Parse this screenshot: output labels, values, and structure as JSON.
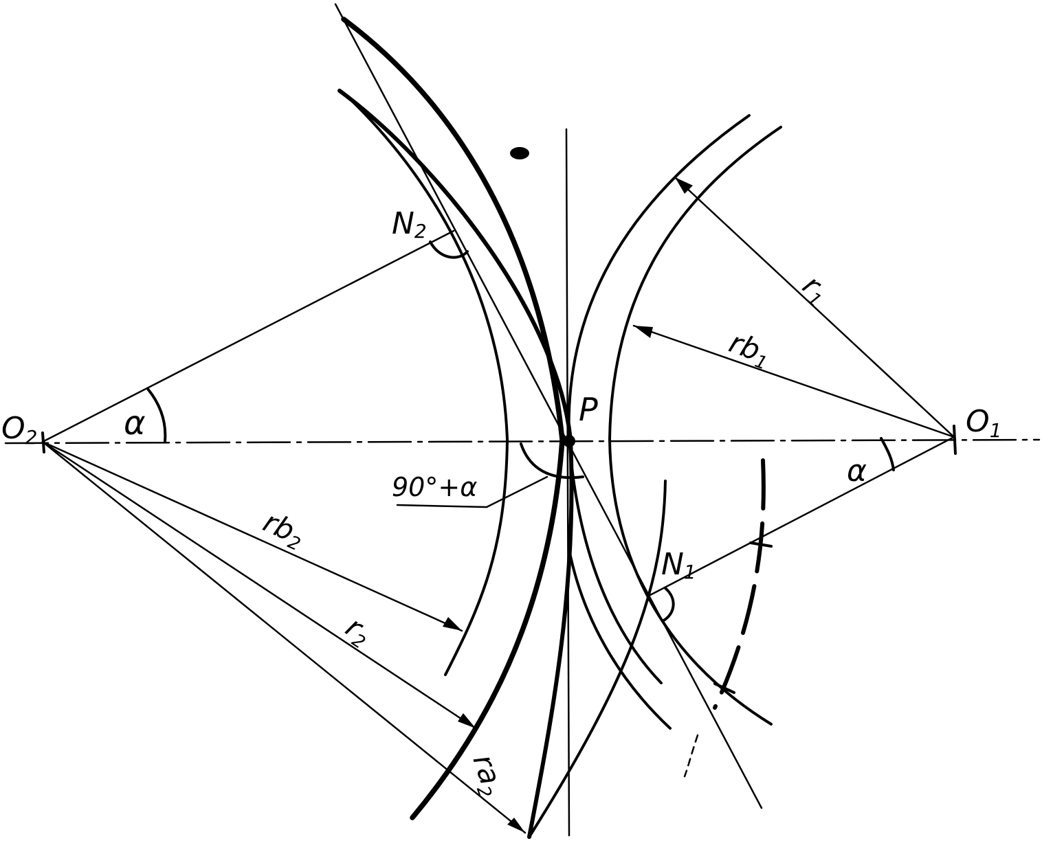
{
  "diagram": {
    "labels": {
      "o1": "O",
      "o1_sub": "1",
      "o2": "O",
      "o2_sub": "2",
      "p": "P",
      "n1": "N",
      "n1_sub": "1",
      "n2": "N",
      "n2_sub": "2",
      "alpha_left": "α",
      "alpha_right": "α",
      "angle_note": "90°+α",
      "r1": "r",
      "r1_sub": "1",
      "rb1": "rb",
      "rb1_sub": "1",
      "r2": "r",
      "r2_sub": "2",
      "rb2": "rb",
      "rb2_sub": "2",
      "ra2": "ra",
      "ra2_sub": "2"
    },
    "stroke_color": "#000000",
    "background_color": "#ffffff"
  }
}
